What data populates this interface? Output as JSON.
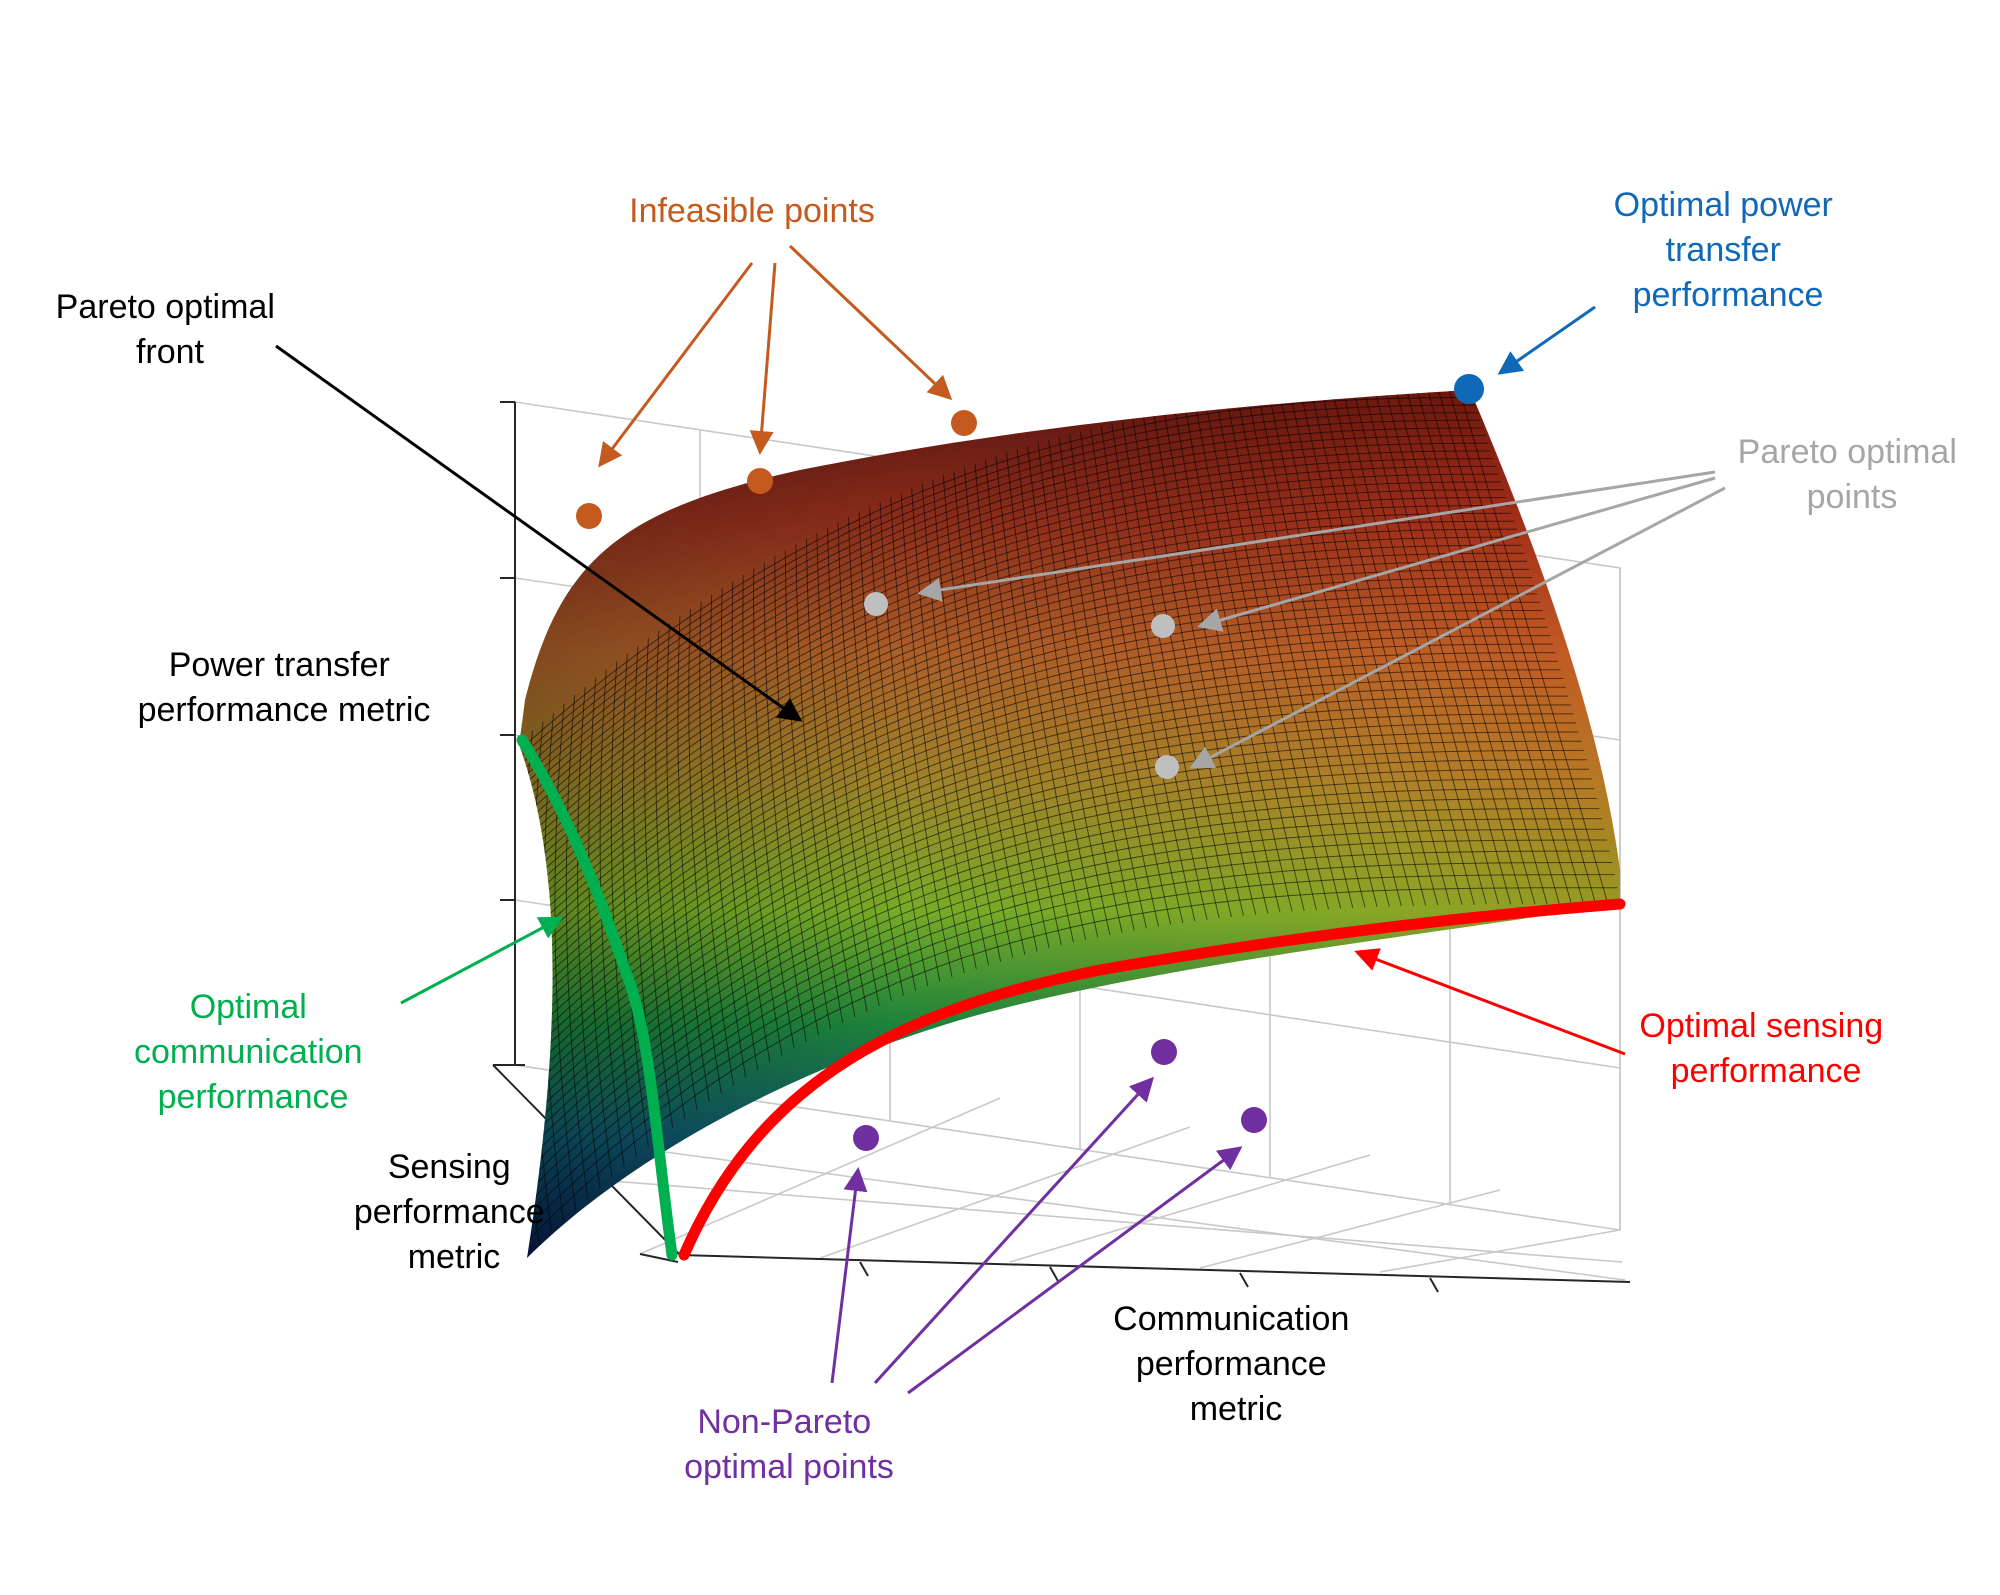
{
  "labels": {
    "pareto_front": [
      "Pareto optimal",
      "front"
    ],
    "infeasible": "Infeasible points",
    "optimal_power": [
      "Optimal power",
      "transfer",
      "performance"
    ],
    "pareto_points": [
      "Pareto optimal",
      "points"
    ],
    "power_axis": [
      "Power transfer",
      "performance metric"
    ],
    "optimal_comm": [
      "Optimal",
      "communication",
      "performance"
    ],
    "optimal_sensing": [
      "Optimal sensing",
      "performance"
    ],
    "sensing_axis": [
      "Sensing",
      "performance",
      "metric"
    ],
    "comm_axis": [
      "Communication",
      "performance",
      "metric"
    ],
    "non_pareto": [
      "Non-Pareto",
      "optimal points"
    ]
  },
  "colors": {
    "infeasible": "#C55A1E",
    "optimal_power": "#1068B8",
    "pareto_points": "#A6A6A6",
    "non_pareto": "#7030A0",
    "optimal_comm": "#00B050",
    "optimal_sensing": "#FF0000",
    "text_default": "#000000"
  }
}
